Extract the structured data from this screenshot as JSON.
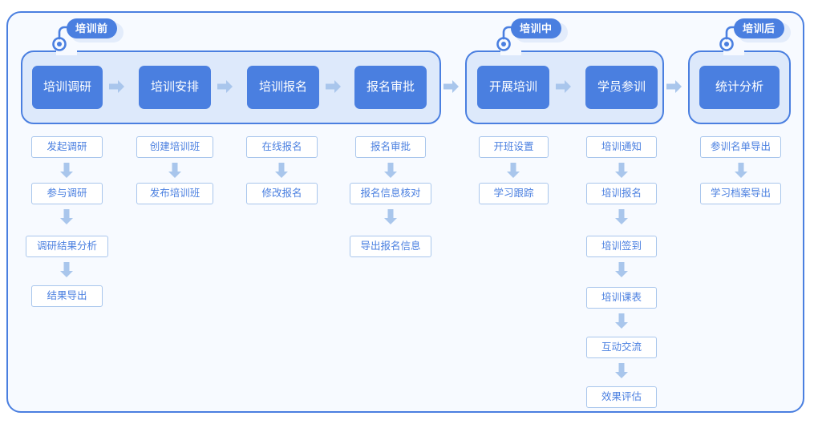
{
  "diagram": {
    "title_text": "",
    "colors": {
      "primary_blue": "#4a7fe0",
      "group_fill": "#dde9fb",
      "canvas_fill": "#f7faff",
      "arrow_blue": "#a9c6ec",
      "sub_border": "#a9c6ec",
      "sub_text": "#4a7fe0",
      "tag_shadow": "#e3ecfb",
      "box_text": "#ffffff"
    },
    "phases": [
      {
        "tag_label": "培训前",
        "steps": [
          {
            "label": "培训调研",
            "sub_items": [
              "发起调研",
              "参与调研",
              "调研结果分析",
              "结果导出"
            ]
          },
          {
            "label": "培训安排",
            "sub_items": [
              "创建培训班",
              "发布培训班"
            ]
          },
          {
            "label": "培训报名",
            "sub_items": [
              "在线报名",
              "修改报名"
            ]
          },
          {
            "label": "报名审批",
            "sub_items": [
              "报名审批",
              "报名信息核对",
              "导出报名信息"
            ]
          }
        ]
      },
      {
        "tag_label": "培训中",
        "steps": [
          {
            "label": "开展培训",
            "sub_items": [
              "开班设置",
              "学习跟踪"
            ]
          },
          {
            "label": "学员参训",
            "sub_items": [
              "培训通知",
              "培训报名",
              "培训签到",
              "培训课表",
              "互动交流",
              "效果评估"
            ]
          }
        ]
      },
      {
        "tag_label": "培训后",
        "steps": [
          {
            "label": "统计分析",
            "sub_items": [
              "参训名单导出",
              "学习档案导出"
            ]
          }
        ]
      }
    ]
  }
}
